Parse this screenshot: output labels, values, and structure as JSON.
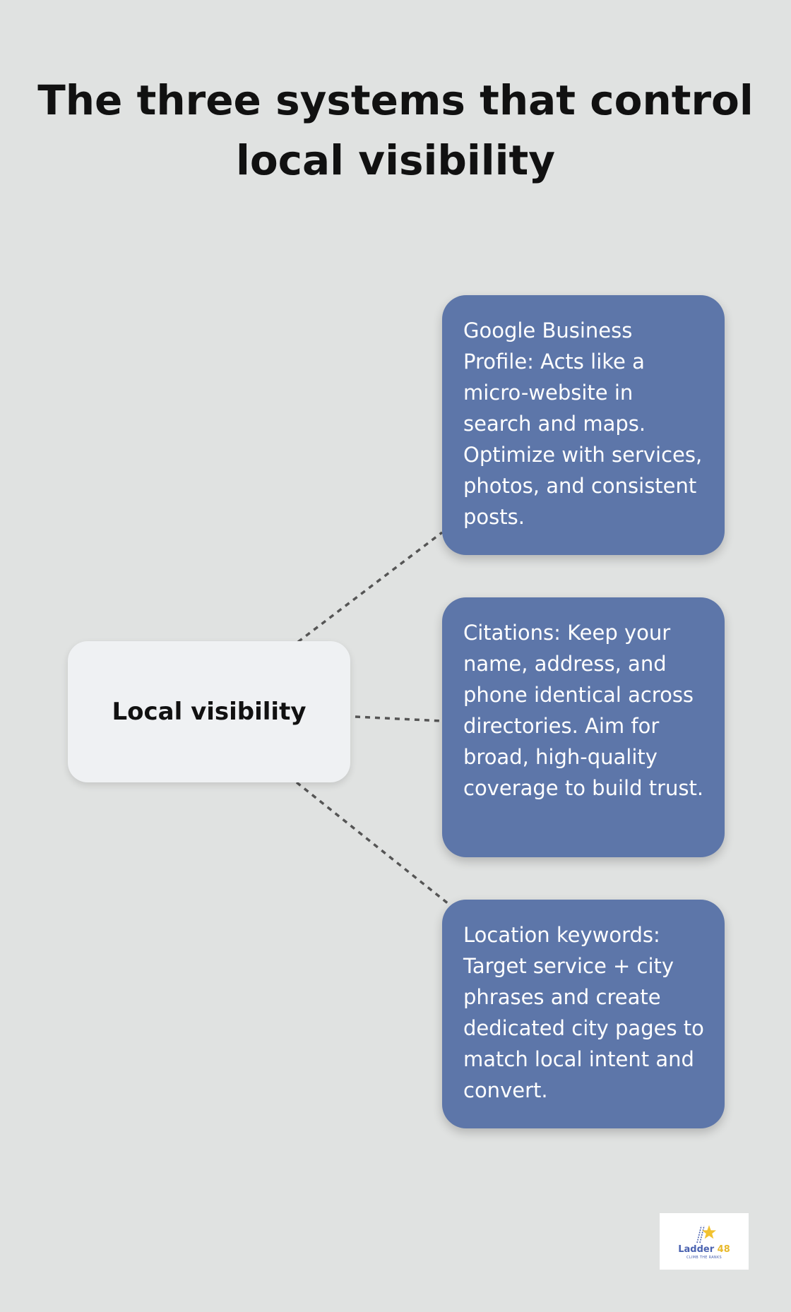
{
  "title": "The three systems that control local visibility",
  "center_node": {
    "label": "Local visibility"
  },
  "branches": [
    {
      "text": "Google Business Profile: Acts like a micro-website in search and maps. Optimize with services, photos, and consistent posts."
    },
    {
      "text": "Citations: Keep your name, address, and phone identical across directories. Aim for broad, high-quality coverage to build trust."
    },
    {
      "text": "Location keywords: Target service + city phrases and create dedicated city pages to match local intent and convert."
    }
  ],
  "logo": {
    "name": "Ladder",
    "number": "48",
    "tagline": "CLIMB THE RANKS"
  },
  "colors": {
    "background": "#e0e2e1",
    "card": "#5d76a9",
    "center_node": "#eff1f3",
    "connector": "#555555"
  }
}
